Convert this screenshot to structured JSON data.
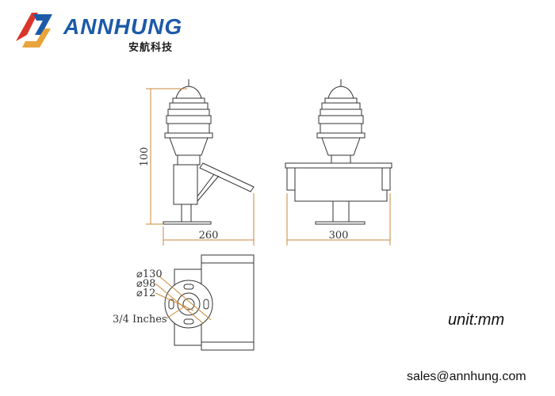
{
  "brand": {
    "name": "ANNHUNG",
    "subtitle": "安航科技"
  },
  "dimensions": {
    "height": "100",
    "side_width": "260",
    "front_width": "300",
    "d1": "⌀130",
    "d2": "⌀98",
    "d3": "⌀12",
    "thread": "3/4 Inches"
  },
  "unit_label": "unit:mm",
  "contact_email": "sales@annhung.com",
  "colors": {
    "brand_blue": "#1c5aa8",
    "logo_red": "#d9352b",
    "dimension_orange": "#c98a3a"
  }
}
